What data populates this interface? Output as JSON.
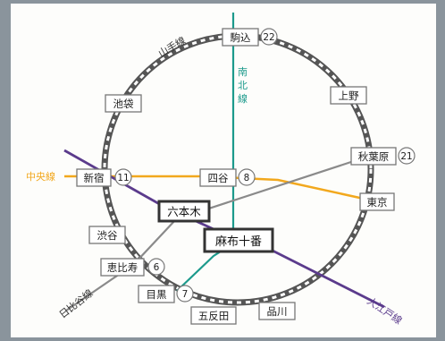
{
  "stations": {
    "komagome": "駒込",
    "ikebukuro": "池袋",
    "ueno": "上野",
    "akihabara": "秋葉原",
    "shinjuku": "新宿",
    "yotsuya": "四谷",
    "tokyo": "東京",
    "roppongi": "六本木",
    "azabu_juban": "麻布十番",
    "shibuya": "渋谷",
    "ebisu": "恵比寿",
    "meguro": "目黒",
    "gotanda": "五反田",
    "shinagawa": "品川"
  },
  "numbers": {
    "komagome": "22",
    "akihabara": "21",
    "shinjuku": "11",
    "yotsuya": "8",
    "ebisu": "6",
    "meguro": "7"
  },
  "lines": {
    "yamanote": "山手線",
    "chuo": "中央線",
    "nanboku_1": "南",
    "nanboku_2": "北",
    "nanboku_3": "線",
    "hibiya": "日比谷線",
    "oedo": "大江戸線"
  },
  "colors": {
    "chuo": "#f2a81d",
    "nanboku": "#1c9a8c",
    "oedo": "#5b3b8c",
    "hibiya": "#8a8a8a",
    "yamanote": "#555555"
  }
}
